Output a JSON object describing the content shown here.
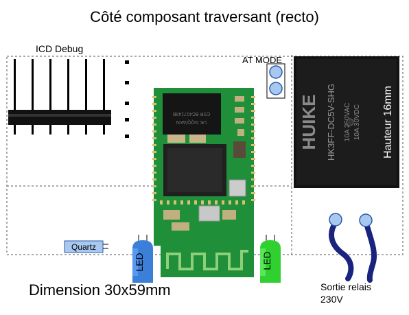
{
  "title": "Côté composant traversant (recto)",
  "icd_label": "ICD Debug",
  "at_mode_label": "AT MODE",
  "quartz_label": "Quartz",
  "led_left_label": "LED",
  "led_right_label": "LED",
  "dimension_label": "Dimension 30x59mm",
  "relay_output_label_line1": "Sortie relais",
  "relay_output_label_line2": "230V",
  "relay_height_label": "Hauteur 16mm",
  "relay_brand_text": "HUIKE",
  "relay_model_text": "HK3FF-DC5V-SHG",
  "relay_rating_text_1": "10A 250VAC",
  "relay_rating_text_2": "10A 30VDC",
  "chip_text_1": "CSR BC417143B",
  "chip_text_2": "UK GQQ/AKN",
  "colors": {
    "pcb_green": "#1f8f3a",
    "led_blue": "#3b7fd9",
    "led_green": "#2fd02f",
    "relay_black": "#121212",
    "wire_blue": "#1a237e",
    "pad_blue": "#a8c8f0"
  }
}
